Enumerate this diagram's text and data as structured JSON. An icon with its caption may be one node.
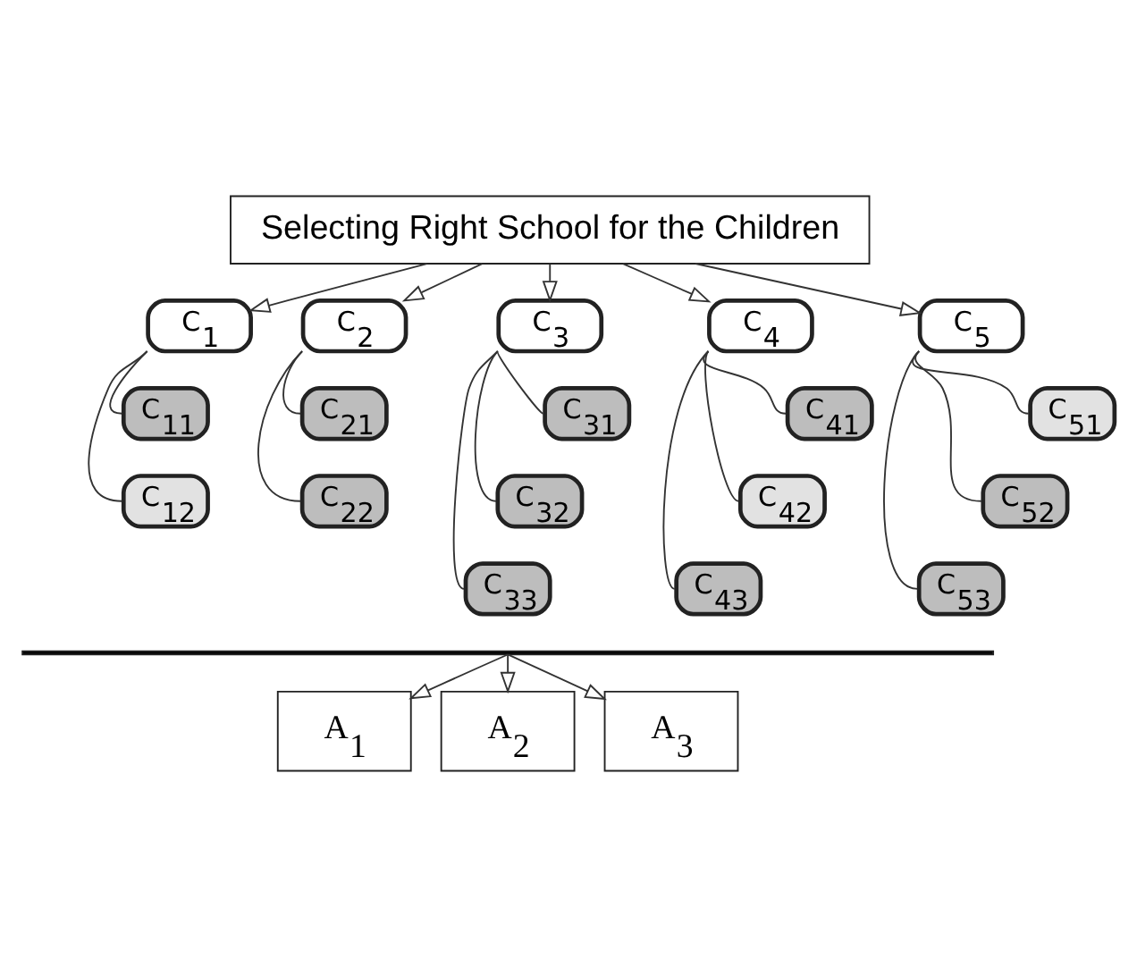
{
  "diagram": {
    "nodes": [
      {
        "text": [
          "Selecting Right School for the Children"
        ]
      },
      {
        "text": [
          "C$_{1}$"
        ]
      },
      {
        "text": [
          "C$_{11}$"
        ]
      },
      {
        "text": [
          "C$_{12}$"
        ]
      },
      {
        "text": [
          "C$_{2}$"
        ]
      },
      {
        "text": [
          "C$_{21}$"
        ]
      },
      {
        "text": [
          "C$_{22}$"
        ]
      },
      {
        "text": [
          "C$_{3}$"
        ]
      },
      {
        "text": [
          "C$_{31}$"
        ]
      },
      {
        "text": [
          "C$_{32}$"
        ]
      },
      {
        "text": [
          "C$_{33}$"
        ]
      },
      {
        "text": [
          "C$_{4}$"
        ]
      },
      {
        "text": [
          "C$_{41}$"
        ]
      },
      {
        "text": [
          "C$_{42}$"
        ]
      },
      {
        "text": [
          "C$_{43}$"
        ]
      },
      {
        "text": [
          "C$_{5}$"
        ]
      },
      {
        "text": [
          "C$_{51}$"
        ]
      },
      {
        "text": [
          "C$_{52}$"
        ]
      },
      {
        "text": [
          "C$_{53}$"
        ]
      },
      {
        "text": [],
        "shape": "bar"
      },
      {
        "text": [
          "A$_{1}$"
        ]
      },
      {
        "text": [
          "A$_{2}$"
        ]
      },
      {
        "text": [
          "A$_{3}$"
        ]
      }
    ],
    "edges": [
      {
        "from": 0,
        "to": 1,
        "arrow": "to"
      },
      {
        "from": 0,
        "to": 4,
        "arrow": "to"
      },
      {
        "from": 0,
        "to": 7,
        "arrow": "to"
      },
      {
        "from": 0,
        "to": 11,
        "arrow": "to"
      },
      {
        "from": 0,
        "to": 15,
        "arrow": "to"
      },
      {
        "from": 1,
        "to": 2,
        "arrow": "none"
      },
      {
        "from": 1,
        "to": 3,
        "arrow": "none"
      },
      {
        "from": 4,
        "to": 5,
        "arrow": "none"
      },
      {
        "from": 4,
        "to": 6,
        "arrow": "none"
      },
      {
        "from": 7,
        "to": 8,
        "arrow": "none"
      },
      {
        "from": 7,
        "to": 9,
        "arrow": "none"
      },
      {
        "from": 7,
        "to": 10,
        "arrow": "none"
      },
      {
        "from": 11,
        "to": 12,
        "arrow": "none"
      },
      {
        "from": 11,
        "to": 13,
        "arrow": "none"
      },
      {
        "from": 11,
        "to": 14,
        "arrow": "none"
      },
      {
        "from": 15,
        "to": 16,
        "arrow": "none"
      },
      {
        "from": 15,
        "to": 17,
        "arrow": "none"
      },
      {
        "from": 15,
        "to": 18,
        "arrow": "none"
      },
      {
        "from": 19,
        "to": 20,
        "arrow": "to"
      },
      {
        "from": 19,
        "to": 21,
        "arrow": "to"
      },
      {
        "from": 19,
        "to": 22,
        "arrow": "to"
      }
    ]
  }
}
